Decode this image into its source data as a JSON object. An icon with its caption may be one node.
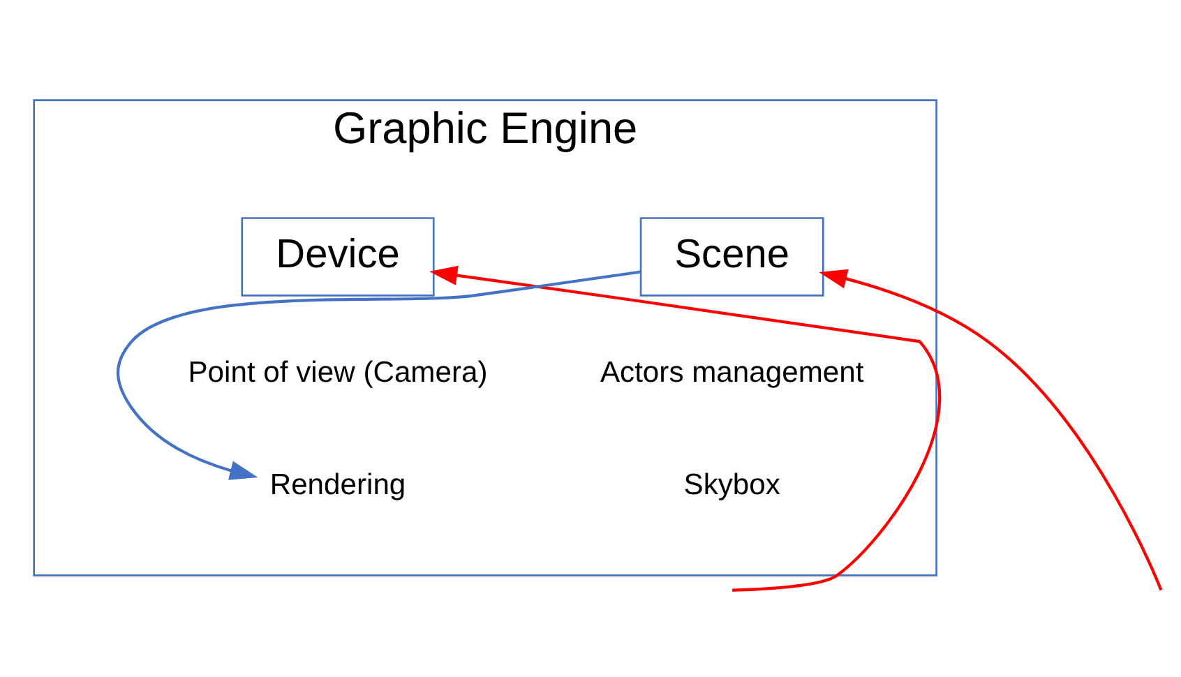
{
  "diagram": {
    "nodes": [
      {
        "text": [
          "Graphic Engine"
        ]
      },
      {
        "text": [
          "Device"
        ],
        "in": 0
      },
      {
        "text": [
          "Scene"
        ],
        "in": 0
      },
      {
        "text": [
          "Point of view (Camera)"
        ],
        "in": 0
      },
      {
        "text": [
          "Rendering"
        ],
        "in": 0
      },
      {
        "text": [
          "Actors management"
        ],
        "in": 0
      },
      {
        "text": [
          "Skybox"
        ],
        "in": 0
      }
    ],
    "edges": [
      {
        "from": 2,
        "to": 4,
        "arrow": "to",
        "color": "#4472c4"
      },
      {
        "from": null,
        "to": 1,
        "arrow": "to",
        "color": "#ff0000"
      },
      {
        "from": null,
        "to": 2,
        "arrow": "to",
        "color": "#ff0000"
      }
    ]
  }
}
